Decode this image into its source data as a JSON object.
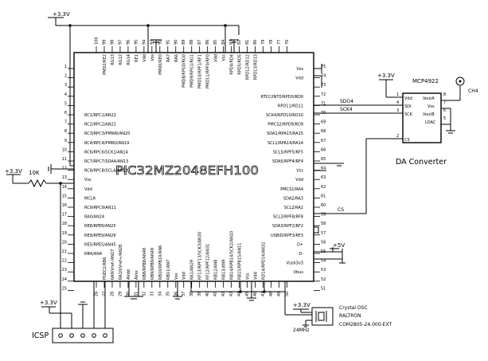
{
  "mcu": {
    "name": "PIC32MZ2048EFH100",
    "top_pins": [
      {
        "num": "100",
        "label": ""
      },
      {
        "num": "99",
        "label": "PMD2/RE2"
      },
      {
        "num": "98",
        "label": "RG13"
      },
      {
        "num": "97",
        "label": "RG12"
      },
      {
        "num": "96",
        "label": "RG14"
      },
      {
        "num": "95",
        "label": "RE1"
      },
      {
        "num": "94",
        "label": "Vdd"
      },
      {
        "num": "93",
        "label": "Vss"
      },
      {
        "num": "92",
        "label": "PMD0/RE0"
      },
      {
        "num": "91",
        "label": "RA7"
      },
      {
        "num": "90",
        "label": "RA6"
      },
      {
        "num": "89",
        "label": "PMD8/RPG0/RG0"
      },
      {
        "num": "88",
        "label": "PMD9/RPG1/RG1"
      },
      {
        "num": "87",
        "label": "PMD10/RPF1/RF1"
      },
      {
        "num": "86",
        "label": "PMD11/RPF0/RF0"
      },
      {
        "num": "85",
        "label": "Vdd"
      },
      {
        "num": "84",
        "label": "Vss"
      },
      {
        "num": "83",
        "label": "RPD4/RD4"
      },
      {
        "num": "82",
        "label": "RPD5/RD5"
      },
      {
        "num": "81",
        "label": "RPD12/RD12"
      },
      {
        "num": "80",
        "label": "RPD13/RD13"
      },
      {
        "num": "79",
        "label": ""
      },
      {
        "num": "78",
        "label": ""
      },
      {
        "num": "77",
        "label": ""
      },
      {
        "num": "76",
        "label": ""
      }
    ],
    "left_pins": [
      {
        "num": "1",
        "label": ""
      },
      {
        "num": "2",
        "label": ""
      },
      {
        "num": "3",
        "label": ""
      },
      {
        "num": "4",
        "label": ""
      },
      {
        "num": "5",
        "label": ""
      },
      {
        "num": "6",
        "label": "RC1/RPC1/AN22"
      },
      {
        "num": "7",
        "label": "RC2/RPC2/AN21"
      },
      {
        "num": "8",
        "label": "RC3/RPC3/PMWR/AN20"
      },
      {
        "num": "9",
        "label": "RC4/RPC4/PMRD/AN19"
      },
      {
        "num": "10",
        "label": "RC6/RPC6/SCK1/AN14"
      },
      {
        "num": "11",
        "label": "RC7/RPC7/SDA4/AN13"
      },
      {
        "num": "12",
        "label": "RC8/RPC8/SCL4/AN12"
      },
      {
        "num": "13",
        "label": "Vss"
      },
      {
        "num": "14",
        "label": "Vdd"
      },
      {
        "num": "15",
        "label": "MCLR"
      },
      {
        "num": "16",
        "label": "RC9/RPC9/AN11"
      },
      {
        "num": "17",
        "label": "RA0/AN24"
      },
      {
        "num": "18",
        "label": "RE8/RPE8/AN25"
      },
      {
        "num": "19",
        "label": "RE9/RPE9/AN26"
      },
      {
        "num": "20",
        "label": "RE5/RPE5/AN45"
      },
      {
        "num": "21",
        "label": "RB4/AN4"
      },
      {
        "num": "22",
        "label": ""
      },
      {
        "num": "23",
        "label": ""
      },
      {
        "num": "24",
        "label": ""
      },
      {
        "num": "25",
        "label": ""
      }
    ],
    "bottom_pins": [
      {
        "num": "26",
        "label": ""
      },
      {
        "num": "27",
        "label": "PGEC2/RB6"
      },
      {
        "num": "28",
        "label": "RA9/Vref-/AN27"
      },
      {
        "num": "29",
        "label": "RA10/Vref+/AN28"
      },
      {
        "num": "30",
        "label": "AVdd"
      },
      {
        "num": "31",
        "label": "AVss"
      },
      {
        "num": "32",
        "label": "RB8/RPB8/AN48"
      },
      {
        "num": "33",
        "label": "RB9/RPB9/AN49"
      },
      {
        "num": "34",
        "label": "RB10/RPB10/AN6"
      },
      {
        "num": "35",
        "label": "RB11/AN7"
      },
      {
        "num": "36",
        "label": "Vss"
      },
      {
        "num": "37",
        "label": "Vdd"
      },
      {
        "num": "38",
        "label": "RA1/AN29"
      },
      {
        "num": "39",
        "label": "RF13/RPF13/SCK3/AN30"
      },
      {
        "num": "40",
        "label": "RF12/RPF12/AN31"
      },
      {
        "num": "41",
        "label": "RB12/AN8"
      },
      {
        "num": "42",
        "label": "RB13/AN9"
      },
      {
        "num": "43",
        "label": "RB14/RPB14/SCK2/AN10"
      },
      {
        "num": "44",
        "label": "RB15/RPB15/AN11"
      },
      {
        "num": "45",
        "label": "Vss"
      },
      {
        "num": "46",
        "label": "Vdd"
      },
      {
        "num": "47",
        "label": "RD14/RPD14/AN32"
      },
      {
        "num": "48",
        "label": ""
      },
      {
        "num": "49",
        "label": ""
      },
      {
        "num": "50",
        "label": ""
      }
    ],
    "right_pins": [
      {
        "num": "75",
        "label": "Vss"
      },
      {
        "num": "74",
        "label": "Vdd"
      },
      {
        "num": "73",
        "label": ""
      },
      {
        "num": "72",
        "label": "RTCC/INT0/RPD0/RD0"
      },
      {
        "num": "71",
        "label": "RPD11/RD11"
      },
      {
        "num": "70",
        "label": "SCK4/RPD10/RD10"
      },
      {
        "num": "69",
        "label": "PMCS2/RPD9/RD9"
      },
      {
        "num": "68",
        "label": "SDA1/RPA15/RA15"
      },
      {
        "num": "67",
        "label": "SCL1/RPA14/RA14"
      },
      {
        "num": "66",
        "label": "SCL5/RPF5/RF5"
      },
      {
        "num": "65",
        "label": "SDA5/RPF4/RF4"
      },
      {
        "num": "64",
        "label": "Vss"
      },
      {
        "num": "63",
        "label": "Vdd"
      },
      {
        "num": "62",
        "label": "PMCS1/RA4"
      },
      {
        "num": "61",
        "label": "SDA2/RA3"
      },
      {
        "num": "60",
        "label": "SCL2/RA2"
      },
      {
        "num": "59",
        "label": "SCL3/RPF8/RF8"
      },
      {
        "num": "58",
        "label": "SDA3/RPF2/RF2"
      },
      {
        "num": "57",
        "label": "USBID/RPF3/RF3"
      },
      {
        "num": "56",
        "label": "D+"
      },
      {
        "num": "55",
        "label": "D-"
      },
      {
        "num": "54",
        "label": "Vusb3v3"
      },
      {
        "num": "53",
        "label": "Vbus"
      },
      {
        "num": "52",
        "label": ""
      },
      {
        "num": "51",
        "label": ""
      }
    ]
  },
  "labels": {
    "v33_top": "+3.3V",
    "v33_left": "+3.3V",
    "resistor": "10K",
    "v33_bottom": "+3.3V",
    "icsp": "ICSP",
    "v33_dac": "+3.3V",
    "v5": "+5V",
    "v33_osc": "+3.3V",
    "freq": "24MHz",
    "net_sdo4": "SDO4",
    "net_sck4": "SCK4",
    "net_cs": "CS"
  },
  "dac": {
    "name": "MCP4922",
    "caption": "DA Converter",
    "channel": "CH4",
    "pins_left": [
      {
        "num": "1",
        "label": "Vdd"
      },
      {
        "num": "4",
        "label": "SDI"
      },
      {
        "num": "3",
        "label": "SCK"
      },
      {
        "num": "2",
        "label": "CS"
      }
    ],
    "pins_right": [
      {
        "num": "8",
        "label": "VoutA"
      },
      {
        "num": "7",
        "label": "Vss"
      },
      {
        "num": "6",
        "label": "VoutB"
      },
      {
        "num": "5",
        "label": "LDAC"
      }
    ]
  },
  "osc": {
    "title": "Crystal OSC",
    "maker": "RALTRON",
    "part": "COM2805-24.000-EXT"
  }
}
